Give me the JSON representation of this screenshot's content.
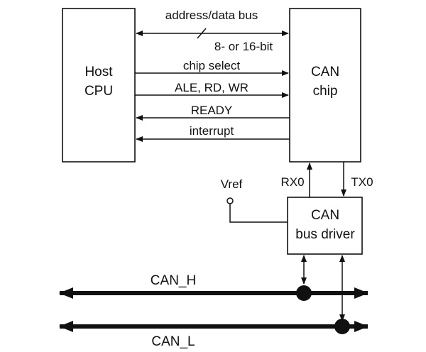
{
  "blocks": {
    "host_cpu": {
      "line1": "Host",
      "line2": "CPU"
    },
    "can_chip": {
      "line1": "CAN",
      "line2": "chip"
    },
    "bus_driver": {
      "line1": "CAN",
      "line2": "bus driver"
    }
  },
  "signals": {
    "address_data_bus": "address/data bus",
    "bus_width": "8- or 16-bit",
    "chip_select": "chip select",
    "ale_rd_wr": "ALE, RD, WR",
    "ready": "READY",
    "interrupt": "interrupt",
    "rx0": "RX0",
    "tx0": "TX0",
    "vref": "Vref"
  },
  "buses": {
    "can_h": "CAN_H",
    "can_l": "CAN_L"
  },
  "colors": {
    "ink": "#111111",
    "paper": "#ffffff"
  }
}
